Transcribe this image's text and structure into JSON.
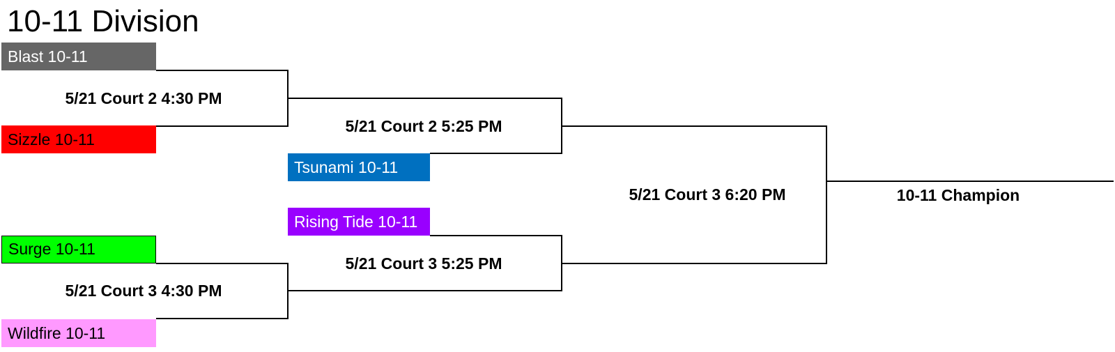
{
  "title": "10-11 Division",
  "teams": {
    "blast": {
      "name": "Blast 10-11",
      "color": "#666666"
    },
    "sizzle": {
      "name": "Sizzle 10-11",
      "color": "#ff0000"
    },
    "tsunami": {
      "name": "Tsunami 10-11",
      "color": "#0070c0"
    },
    "rising_tide": {
      "name": "Rising Tide 10-11",
      "color": "#9900ff"
    },
    "surge": {
      "name": "Surge 10-11",
      "color": "#00ff00"
    },
    "wildfire": {
      "name": "Wildfire 10-11",
      "color": "#ff99ff"
    }
  },
  "games": {
    "r1_top": "5/21 Court 2 4:30 PM",
    "r1_bottom": "5/21 Court 3 4:30 PM",
    "r2_top": "5/21 Court 2 5:25 PM",
    "r2_bottom": "5/21 Court 3 5:25 PM",
    "final": "5/21 Court 3 6:20 PM"
  },
  "champion": "10-11 Champion"
}
